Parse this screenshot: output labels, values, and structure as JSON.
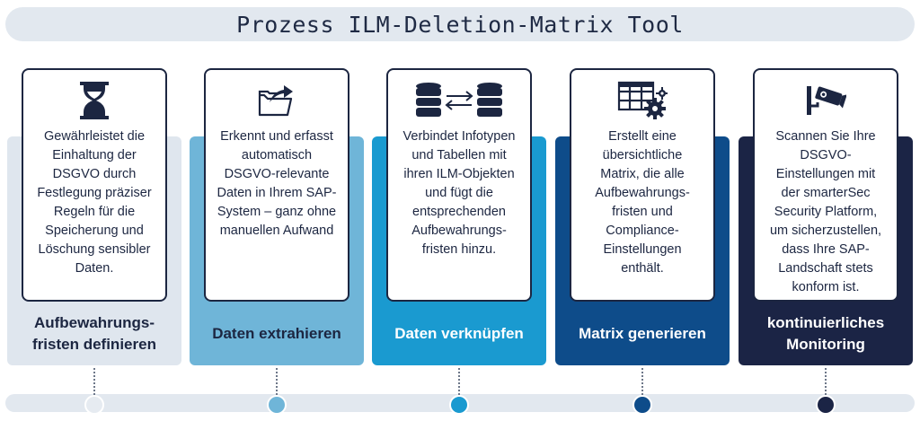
{
  "title": "Prozess ILM-Deletion-Matrix Tool",
  "steps": [
    {
      "label_lines": [
        "Aufbewahrungs-",
        "fristen definieren"
      ],
      "desc_lines": [
        "Gewährleistet die",
        "Einhaltung der",
        "DSGVO durch",
        "Festlegung präziser",
        "Regeln für die",
        "Speicherung und",
        "Löschung sensibler",
        "Daten."
      ],
      "icon": "hourglass-icon",
      "color": "#dfe6ee",
      "label_color": "#1c2641",
      "dot_color": "#e6ebf1"
    },
    {
      "label_lines": [
        "Daten extrahieren"
      ],
      "desc_lines": [
        "Erkennt und erfasst",
        "automatisch",
        "DSGVO-relevante",
        "Daten in Ihrem SAP-",
        "System – ganz ohne",
        "manuellen Aufwand"
      ],
      "icon": "folder-export-icon",
      "color": "#6fb5d8",
      "label_color": "#1c2641",
      "dot_color": "#6fb5d8"
    },
    {
      "label_lines": [
        "Daten verknüpfen"
      ],
      "desc_lines": [
        "Verbindet Infotypen",
        "und Tabellen mit",
        "ihren ILM-Objekten",
        "und fügt die",
        "entsprechenden",
        "Aufbewahrungs-",
        "fristen hinzu."
      ],
      "icon": "database-link-icon",
      "color": "#1a9ad0",
      "label_color": "#ffffff",
      "dot_color": "#1a9ad0"
    },
    {
      "label_lines": [
        "Matrix generieren"
      ],
      "desc_lines": [
        "Erstellt eine",
        "übersichtliche",
        "Matrix, die alle",
        "Aufbewahrungs-",
        "fristen und",
        "Compliance-",
        "Einstellungen",
        "enthält."
      ],
      "icon": "grid-gear-icon",
      "color": "#0e4c8a",
      "label_color": "#ffffff",
      "dot_color": "#0e4c8a"
    },
    {
      "label_lines": [
        "kontinuierliches",
        "Monitoring"
      ],
      "desc_lines": [
        "Scannen Sie Ihre",
        "DSGVO-",
        "Einstellungen mit",
        "der smarterSec",
        "Security Platform,",
        "um sicherzustellen,",
        "dass Ihre SAP-",
        "Landschaft stets",
        "konform ist."
      ],
      "icon": "camera-icon",
      "color": "#1b2445",
      "label_color": "#ffffff",
      "dot_color": "#1b2445"
    }
  ]
}
